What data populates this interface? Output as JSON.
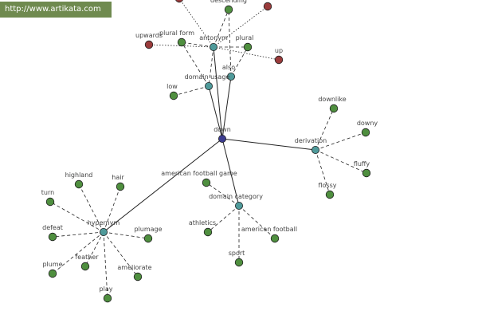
{
  "watermark": "http://www.artikata.com",
  "colors": {
    "center": "#3b3b8f",
    "relation": "#4f9a9a",
    "word": "#4f8f3f",
    "antonym_word": "#9a3b3b",
    "edge": "#222222",
    "label": "#444444",
    "stroke": "#1e1e1e"
  },
  "nodes": [
    {
      "id": "down",
      "label": "down",
      "kind": "center"
    },
    {
      "id": "antonym",
      "label": "antonym",
      "kind": "relation"
    },
    {
      "id": "also",
      "label": "also",
      "kind": "relation"
    },
    {
      "id": "domain-usage",
      "label": "domain usage",
      "kind": "relation"
    },
    {
      "id": "derivation",
      "label": "derivation",
      "kind": "relation"
    },
    {
      "id": "domain-category",
      "label": "domain category",
      "kind": "relation"
    },
    {
      "id": "hypernym",
      "label": "hypernym",
      "kind": "relation"
    },
    {
      "id": "descending",
      "label": "descending",
      "kind": "word"
    },
    {
      "id": "upwards",
      "label": "upwards",
      "kind": "antonym_word"
    },
    {
      "id": "plural-form",
      "label": "plural form",
      "kind": "word"
    },
    {
      "id": "plural",
      "label": "plural",
      "kind": "word"
    },
    {
      "id": "up",
      "label": "up",
      "kind": "antonym_word"
    },
    {
      "id": "top-left-red",
      "label": "",
      "kind": "antonym_word"
    },
    {
      "id": "top-right-red",
      "label": "",
      "kind": "antonym_word"
    },
    {
      "id": "low",
      "label": "low",
      "kind": "word"
    },
    {
      "id": "downlike",
      "label": "downlike",
      "kind": "word"
    },
    {
      "id": "downy",
      "label": "downy",
      "kind": "word"
    },
    {
      "id": "fluffy",
      "label": "fluffy",
      "kind": "word"
    },
    {
      "id": "flossy",
      "label": "flossy",
      "kind": "word"
    },
    {
      "id": "american-football-game",
      "label": "american football game",
      "kind": "word"
    },
    {
      "id": "athletics",
      "label": "athletics",
      "kind": "word"
    },
    {
      "id": "american-football",
      "label": "american football",
      "kind": "word"
    },
    {
      "id": "sport",
      "label": "sport",
      "kind": "word"
    },
    {
      "id": "highland",
      "label": "highland",
      "kind": "word"
    },
    {
      "id": "hair",
      "label": "hair",
      "kind": "word"
    },
    {
      "id": "turn",
      "label": "turn",
      "kind": "word"
    },
    {
      "id": "defeat",
      "label": "defeat",
      "kind": "word"
    },
    {
      "id": "plumage",
      "label": "plumage",
      "kind": "word"
    },
    {
      "id": "plume",
      "label": "plume",
      "kind": "word"
    },
    {
      "id": "feather",
      "label": "feather",
      "kind": "word"
    },
    {
      "id": "ameliorate",
      "label": "ameliorate",
      "kind": "word"
    },
    {
      "id": "play",
      "label": "play",
      "kind": "word"
    }
  ],
  "edges": [
    {
      "from": "down",
      "to": "antonym",
      "style": "solid"
    },
    {
      "from": "down",
      "to": "also",
      "style": "solid"
    },
    {
      "from": "down",
      "to": "domain-usage",
      "style": "solid"
    },
    {
      "from": "down",
      "to": "derivation",
      "style": "solid"
    },
    {
      "from": "down",
      "to": "domain-category",
      "style": "solid"
    },
    {
      "from": "down",
      "to": "hypernym",
      "style": "solid"
    },
    {
      "from": "antonym",
      "to": "upwards",
      "style": "dotted"
    },
    {
      "from": "antonym",
      "to": "up",
      "style": "dotted"
    },
    {
      "from": "antonym",
      "to": "top-left-red",
      "style": "dotted"
    },
    {
      "from": "antonym",
      "to": "top-right-red",
      "style": "dotted"
    },
    {
      "from": "antonym",
      "to": "plural-form",
      "style": "dashed"
    },
    {
      "from": "antonym",
      "to": "descending",
      "style": "dashed"
    },
    {
      "from": "antonym",
      "to": "plural",
      "style": "dashed"
    },
    {
      "from": "antonym",
      "to": "domain-usage",
      "style": "dashed"
    },
    {
      "from": "also",
      "to": "plural",
      "style": "dashed"
    },
    {
      "from": "also",
      "to": "descending",
      "style": "dashed"
    },
    {
      "from": "domain-usage",
      "to": "low",
      "style": "dashed"
    },
    {
      "from": "domain-usage",
      "to": "plural-form",
      "style": "dashed"
    },
    {
      "from": "derivation",
      "to": "downlike",
      "style": "dashed"
    },
    {
      "from": "derivation",
      "to": "downy",
      "style": "dashed"
    },
    {
      "from": "derivation",
      "to": "fluffy",
      "style": "dashed"
    },
    {
      "from": "derivation",
      "to": "flossy",
      "style": "dashed"
    },
    {
      "from": "domain-category",
      "to": "american-football-game",
      "style": "dashed"
    },
    {
      "from": "domain-category",
      "to": "athletics",
      "style": "dashed"
    },
    {
      "from": "domain-category",
      "to": "american-football",
      "style": "dashed"
    },
    {
      "from": "domain-category",
      "to": "sport",
      "style": "dashed"
    },
    {
      "from": "hypernym",
      "to": "highland",
      "style": "dashed"
    },
    {
      "from": "hypernym",
      "to": "hair",
      "style": "dashed"
    },
    {
      "from": "hypernym",
      "to": "turn",
      "style": "dashed"
    },
    {
      "from": "hypernym",
      "to": "defeat",
      "style": "dashed"
    },
    {
      "from": "hypernym",
      "to": "plumage",
      "style": "dashed"
    },
    {
      "from": "hypernym",
      "to": "plume",
      "style": "dashed"
    },
    {
      "from": "hypernym",
      "to": "feather",
      "style": "dashed"
    },
    {
      "from": "hypernym",
      "to": "ameliorate",
      "style": "dashed"
    },
    {
      "from": "hypernym",
      "to": "play",
      "style": "dashed"
    }
  ]
}
